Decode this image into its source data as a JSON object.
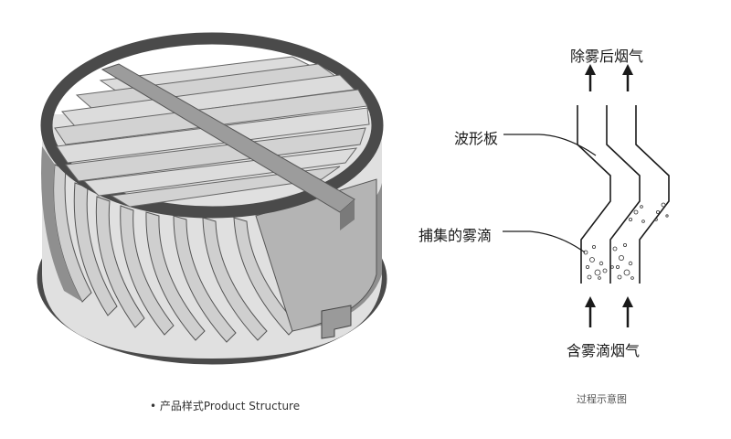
{
  "left_figure": {
    "caption_bullet": "•",
    "caption": "产品样式Product Structure"
  },
  "right_figure": {
    "caption": "过程示意图",
    "label_top": "除雾后烟气",
    "label_plate": "波形板",
    "label_droplet": "捕集的雾滴",
    "label_bottom": "含雾滴烟气"
  },
  "colors": {
    "ring": "#4a4a4a",
    "vane_light": "#d4d4d4",
    "vane_dark": "#9a9a9a",
    "outline": "#1a1a1a"
  }
}
